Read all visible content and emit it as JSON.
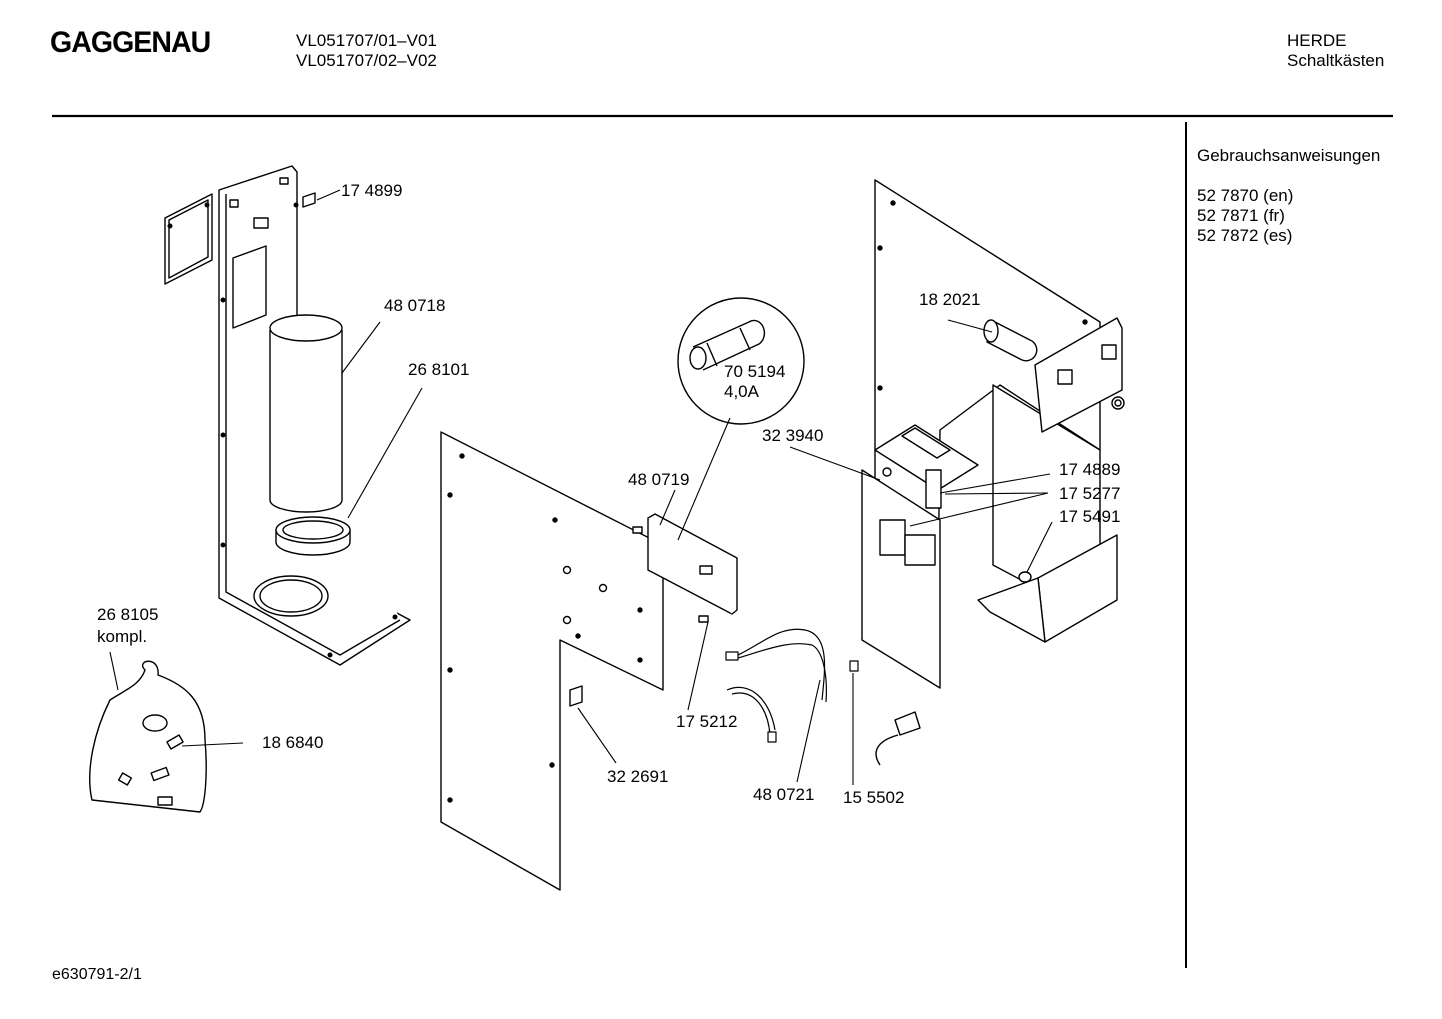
{
  "header": {
    "brand": "GAGGENAU",
    "models": [
      "VL051707/01–V01",
      "VL051707/02–V02"
    ],
    "category": "HERDE",
    "subcategory": "Schaltkästen"
  },
  "manuals": {
    "title": "Gebrauchsanweisungen",
    "items": [
      "52 7870 (en)",
      "52 7871 (fr)",
      "52 7872 (es)"
    ]
  },
  "parts": {
    "p174899": "17 4899",
    "p480718": "48 0718",
    "p268101": "26 8101",
    "p268105": "26 8105",
    "kompl": "kompl.",
    "p186840": "18 6840",
    "p705194": "70 5194",
    "fuse_rating": "4,0A",
    "p480719": "48 0719",
    "p323940": "32 3940",
    "p182021": "18 2021",
    "p174889": "17 4889",
    "p175277": "17 5277",
    "p175491": "17 5491",
    "p175212": "17 5212",
    "p322691": "32 2691",
    "p480721": "48 0721",
    "p155502": "15 5502"
  },
  "footer": {
    "doc_ref": "e630791-2/1"
  }
}
